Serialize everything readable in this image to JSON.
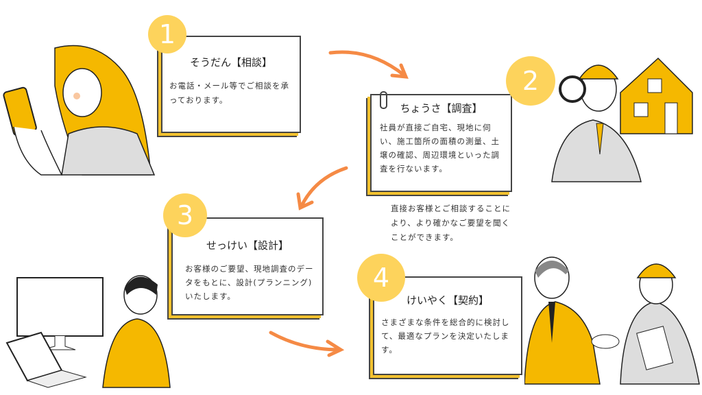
{
  "steps": [
    {
      "number": "1",
      "title": "そうだん【相談】",
      "body": "お電話・メール等でご相談を承っております。"
    },
    {
      "number": "2",
      "title": "ちょうさ【調査】",
      "body": "社員が直接ご自宅、現地に伺い、施工箇所の面積の測量、土壌の確認、周辺環境といった調査を行ないます。"
    },
    {
      "number": "3",
      "title": "せっけい【設計】",
      "body": "お客様のご要望、現地調査のデータをもとに、設計(プランニング)いたします。"
    },
    {
      "number": "4",
      "title": "けいやく【契約】",
      "body": "さまざまな条件を総合的に検討して、最適なプランを決定いたします。"
    }
  ],
  "note": "直接お客様とご相談することにより、より確かなご要望を聞くことができます。",
  "colors": {
    "accent": "#f2c12e",
    "circle": "#fdd35c",
    "arrow": "#f58a45"
  }
}
